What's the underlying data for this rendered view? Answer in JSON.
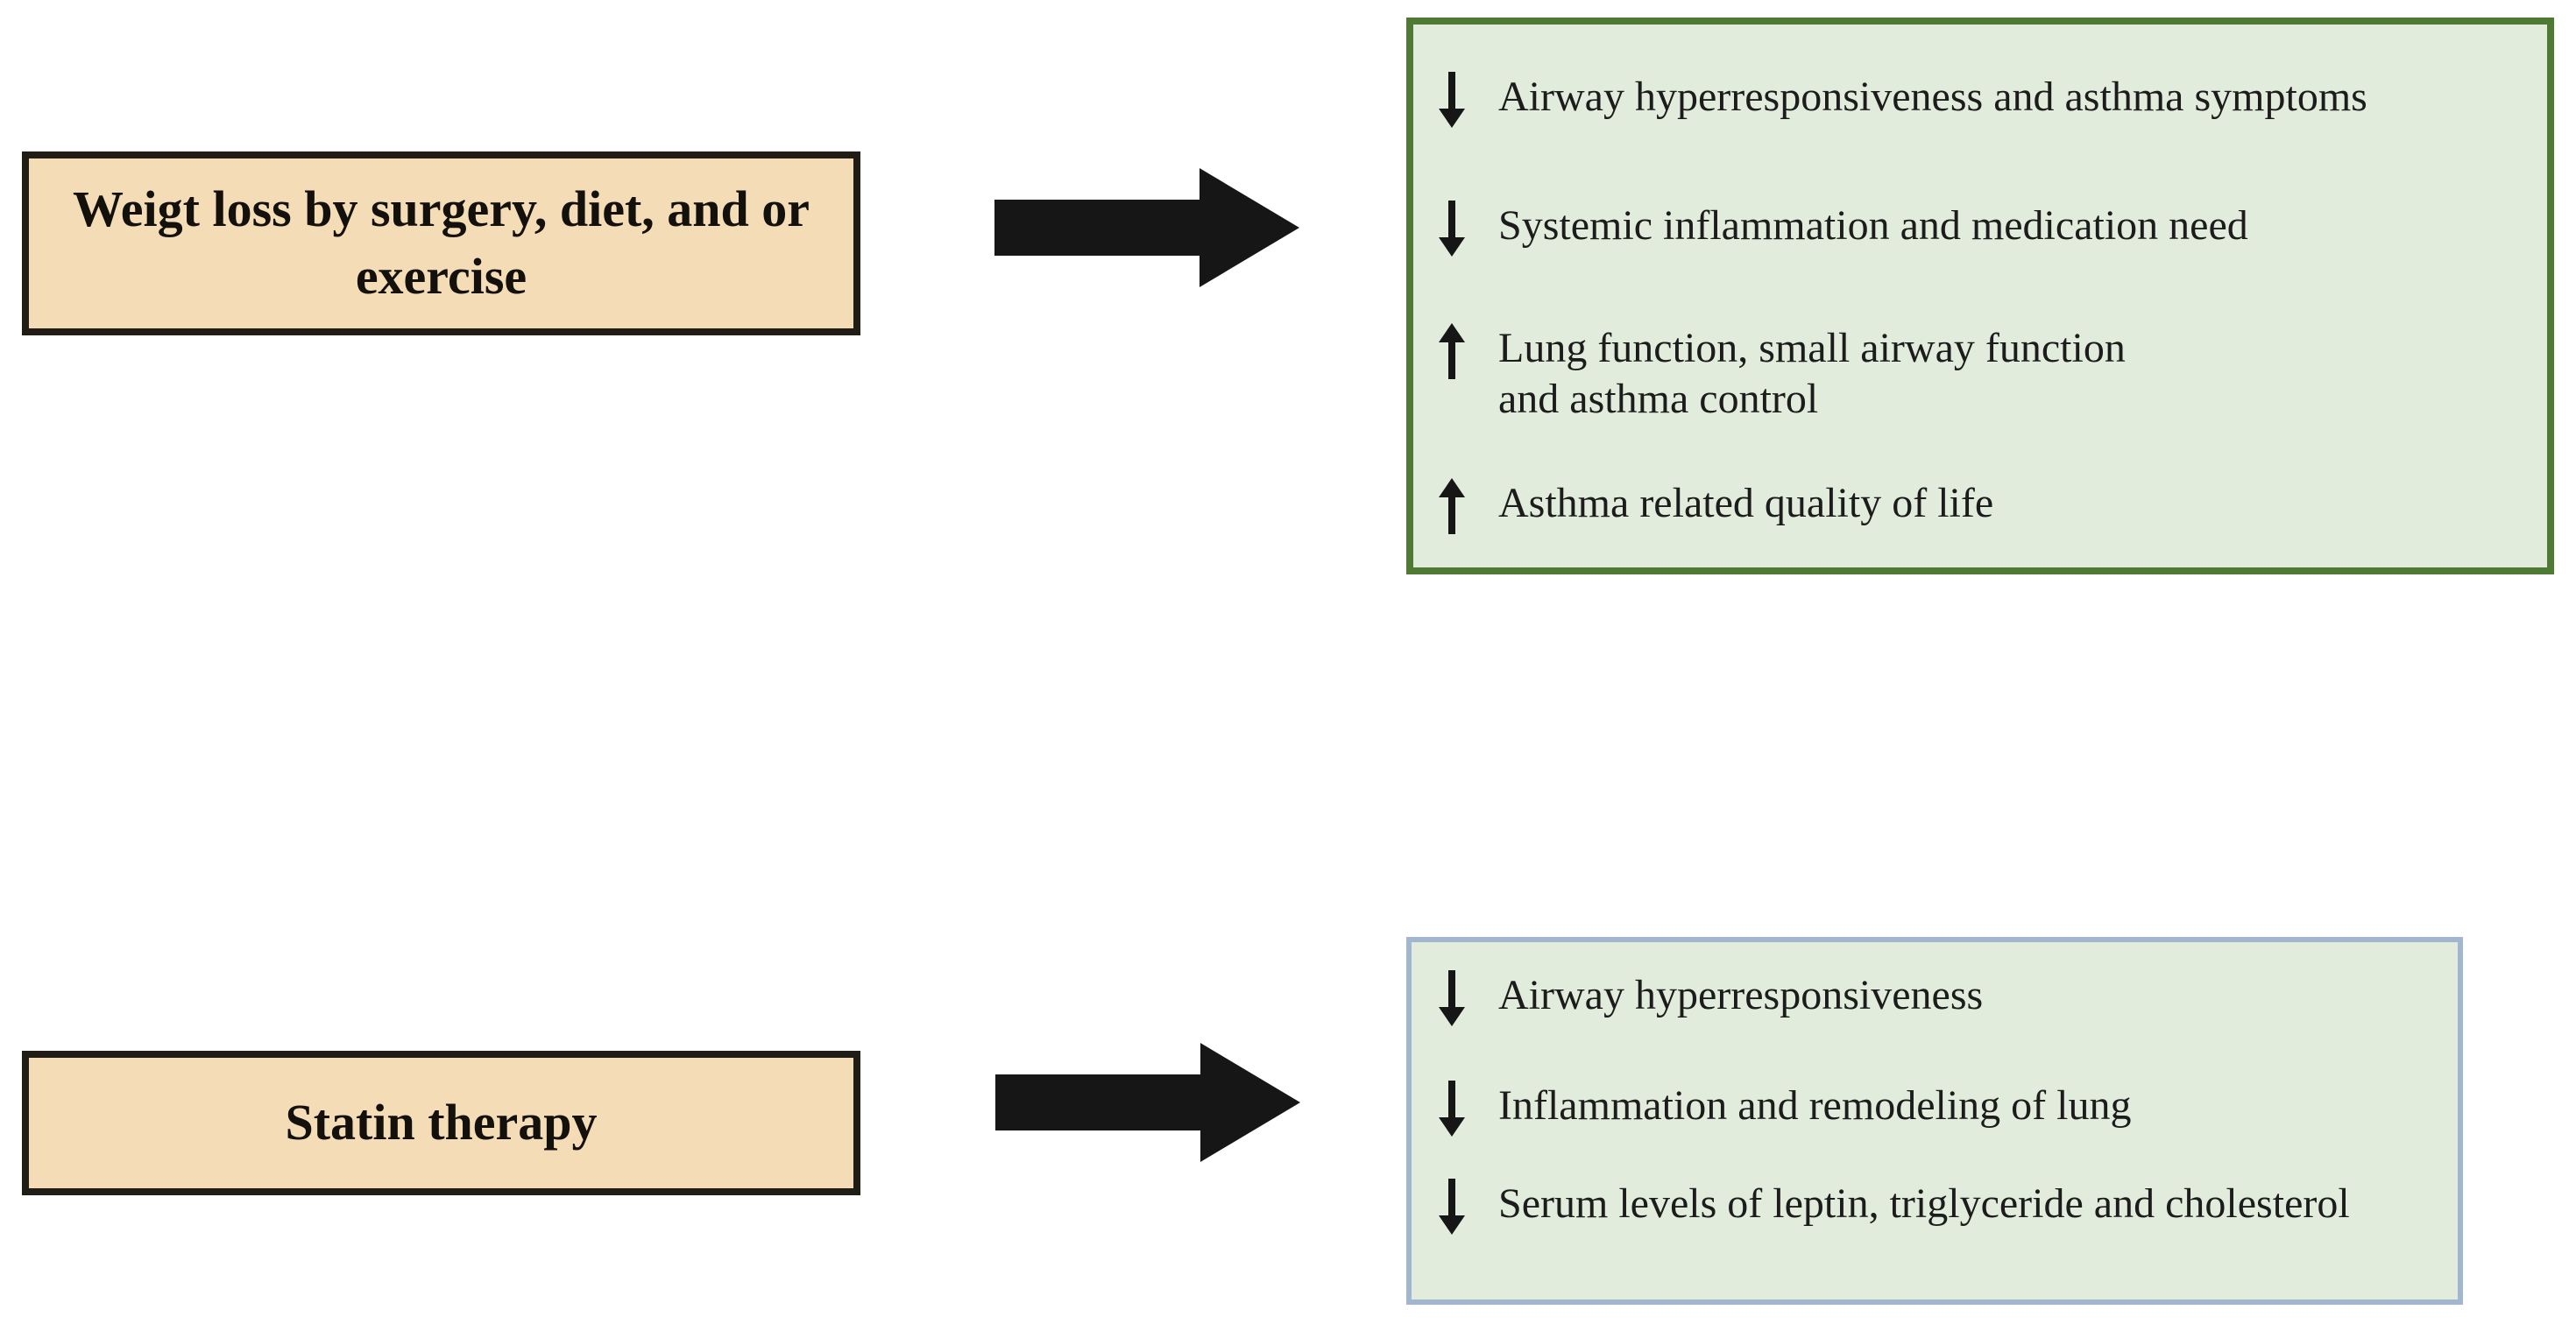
{
  "figure": {
    "description": "Effects of weight loss and statin therapy on asthma outcomes",
    "colors": {
      "background": "#ffffff",
      "cause_box_fill": "#f3dcb6",
      "cause_box_border": "#211d16",
      "effects_box_fill": "#e2ecdc",
      "effects_box_1_border": "#4e7a33",
      "effects_box_2_border": "#a3b6cf",
      "arrow": "#161616",
      "text": "#1c1c1c"
    },
    "rows": [
      {
        "cause": "Weigt loss by surgery, diet, and or\nexercise",
        "effects": [
          {
            "direction": "down",
            "text": "Airway hyperresponsiveness and asthma symptoms"
          },
          {
            "direction": "down",
            "text": "Systemic inflammation and medication need"
          },
          {
            "direction": "up",
            "text": "Lung function, small airway function\nand asthma control"
          },
          {
            "direction": "up",
            "text": "Asthma related quality of life"
          }
        ]
      },
      {
        "cause": "Statin therapy",
        "effects": [
          {
            "direction": "down",
            "text": "Airway hyperresponsiveness"
          },
          {
            "direction": "down",
            "text": "Inflammation and remodeling of lung"
          },
          {
            "direction": "down",
            "text": "Serum levels of leptin, triglyceride and cholesterol"
          }
        ]
      }
    ]
  }
}
